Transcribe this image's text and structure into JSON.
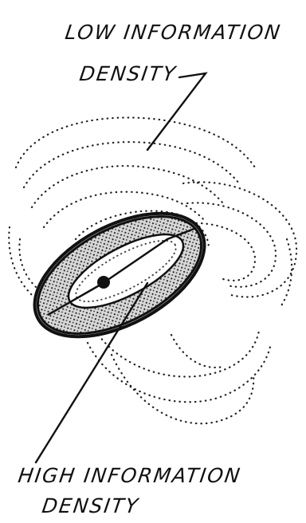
{
  "labels": {
    "low_line1": "LOW INFORMATION",
    "low_line2": "DENSITY",
    "high_line1": "HIGH INFORMATION",
    "high_line2": "DENSITY"
  },
  "colors": {
    "ink": "#111111",
    "stipple": "#222222"
  }
}
